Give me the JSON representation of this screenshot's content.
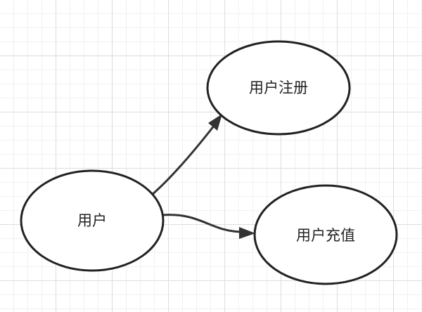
{
  "diagram": {
    "nodes": [
      {
        "id": "user",
        "label": "用户"
      },
      {
        "id": "register",
        "label": "用户注册"
      },
      {
        "id": "recharge",
        "label": "用户充值"
      }
    ],
    "edges": [
      {
        "from": "user",
        "to": "register"
      },
      {
        "from": "user",
        "to": "recharge"
      }
    ],
    "colors": {
      "stroke": "#333333",
      "fill": "#ffffff",
      "text": "#222222",
      "grid": "#dddddd"
    }
  }
}
